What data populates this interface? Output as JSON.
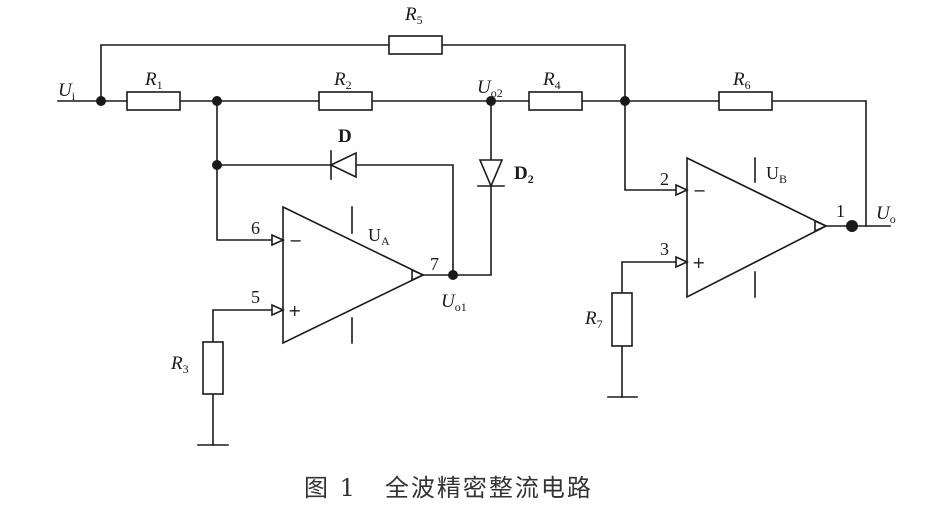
{
  "labels": {
    "input": {
      "main": "U",
      "sub": "i"
    },
    "output": {
      "main": "U",
      "sub": "o"
    },
    "uo1": {
      "main": "U",
      "sub": "o1"
    },
    "uo2": {
      "main": "U",
      "sub": "o2"
    },
    "r1": {
      "main": "R",
      "sub": "1"
    },
    "r2": {
      "main": "R",
      "sub": "2"
    },
    "r3": {
      "main": "R",
      "sub": "3"
    },
    "r4": {
      "main": "R",
      "sub": "4"
    },
    "r5": {
      "main": "R",
      "sub": "5"
    },
    "r6": {
      "main": "R",
      "sub": "6"
    },
    "r7": {
      "main": "R",
      "sub": "7"
    },
    "diode_d": "D",
    "diode_d2": {
      "main": "D",
      "sub": "2"
    },
    "opamp_a": {
      "main": "U",
      "sub": "A"
    },
    "opamp_b": {
      "main": "U",
      "sub": "B"
    }
  },
  "pins": {
    "a_inv": "6",
    "a_noninv": "5",
    "a_out": "7",
    "b_inv": "2",
    "b_noninv": "3",
    "b_out": "1"
  },
  "signs": {
    "minus": "−",
    "plus": "+"
  },
  "caption": {
    "number": "图 1",
    "title": "全波精密整流电路"
  }
}
